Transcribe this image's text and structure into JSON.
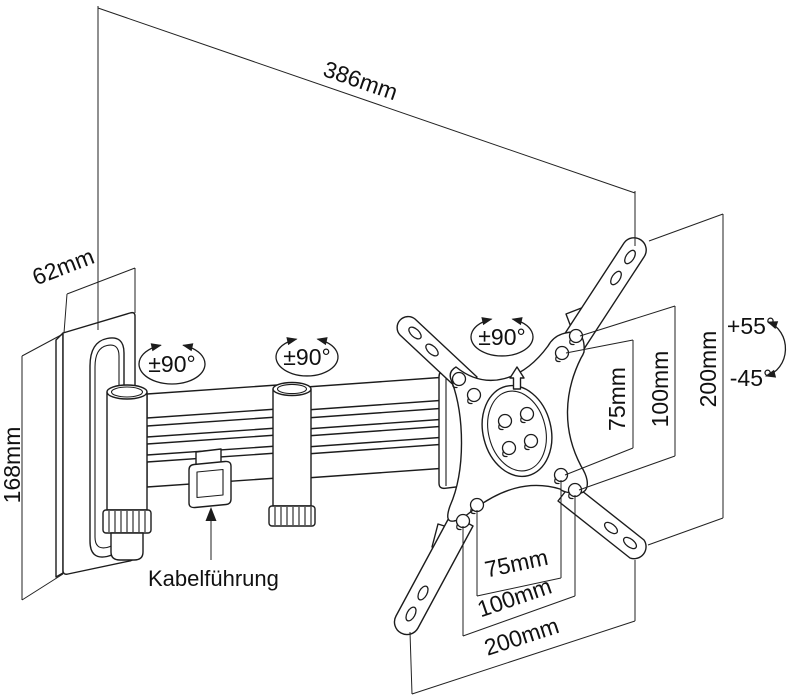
{
  "colors": {
    "line_color": "#1c1c1c",
    "background": "#ffffff"
  },
  "dimension_labels": {
    "arm_reach": "386mm",
    "wall_plate_depth": "62mm",
    "wall_plate_height": "168mm",
    "vesa_vertical_75": "75mm",
    "vesa_vertical_100": "100mm",
    "bracket_height_200": "200mm",
    "vesa_horizontal_75": "75mm",
    "vesa_horizontal_100": "100mm",
    "bracket_width_200": "200mm"
  },
  "angle_labels": {
    "joint1_swivel": "±90°",
    "joint2_swivel": "±90°",
    "plate_swivel": "±90°",
    "tilt_up": "+55°",
    "tilt_down": "-45°"
  },
  "annotations": {
    "cable_routing": "Kabelführung"
  }
}
